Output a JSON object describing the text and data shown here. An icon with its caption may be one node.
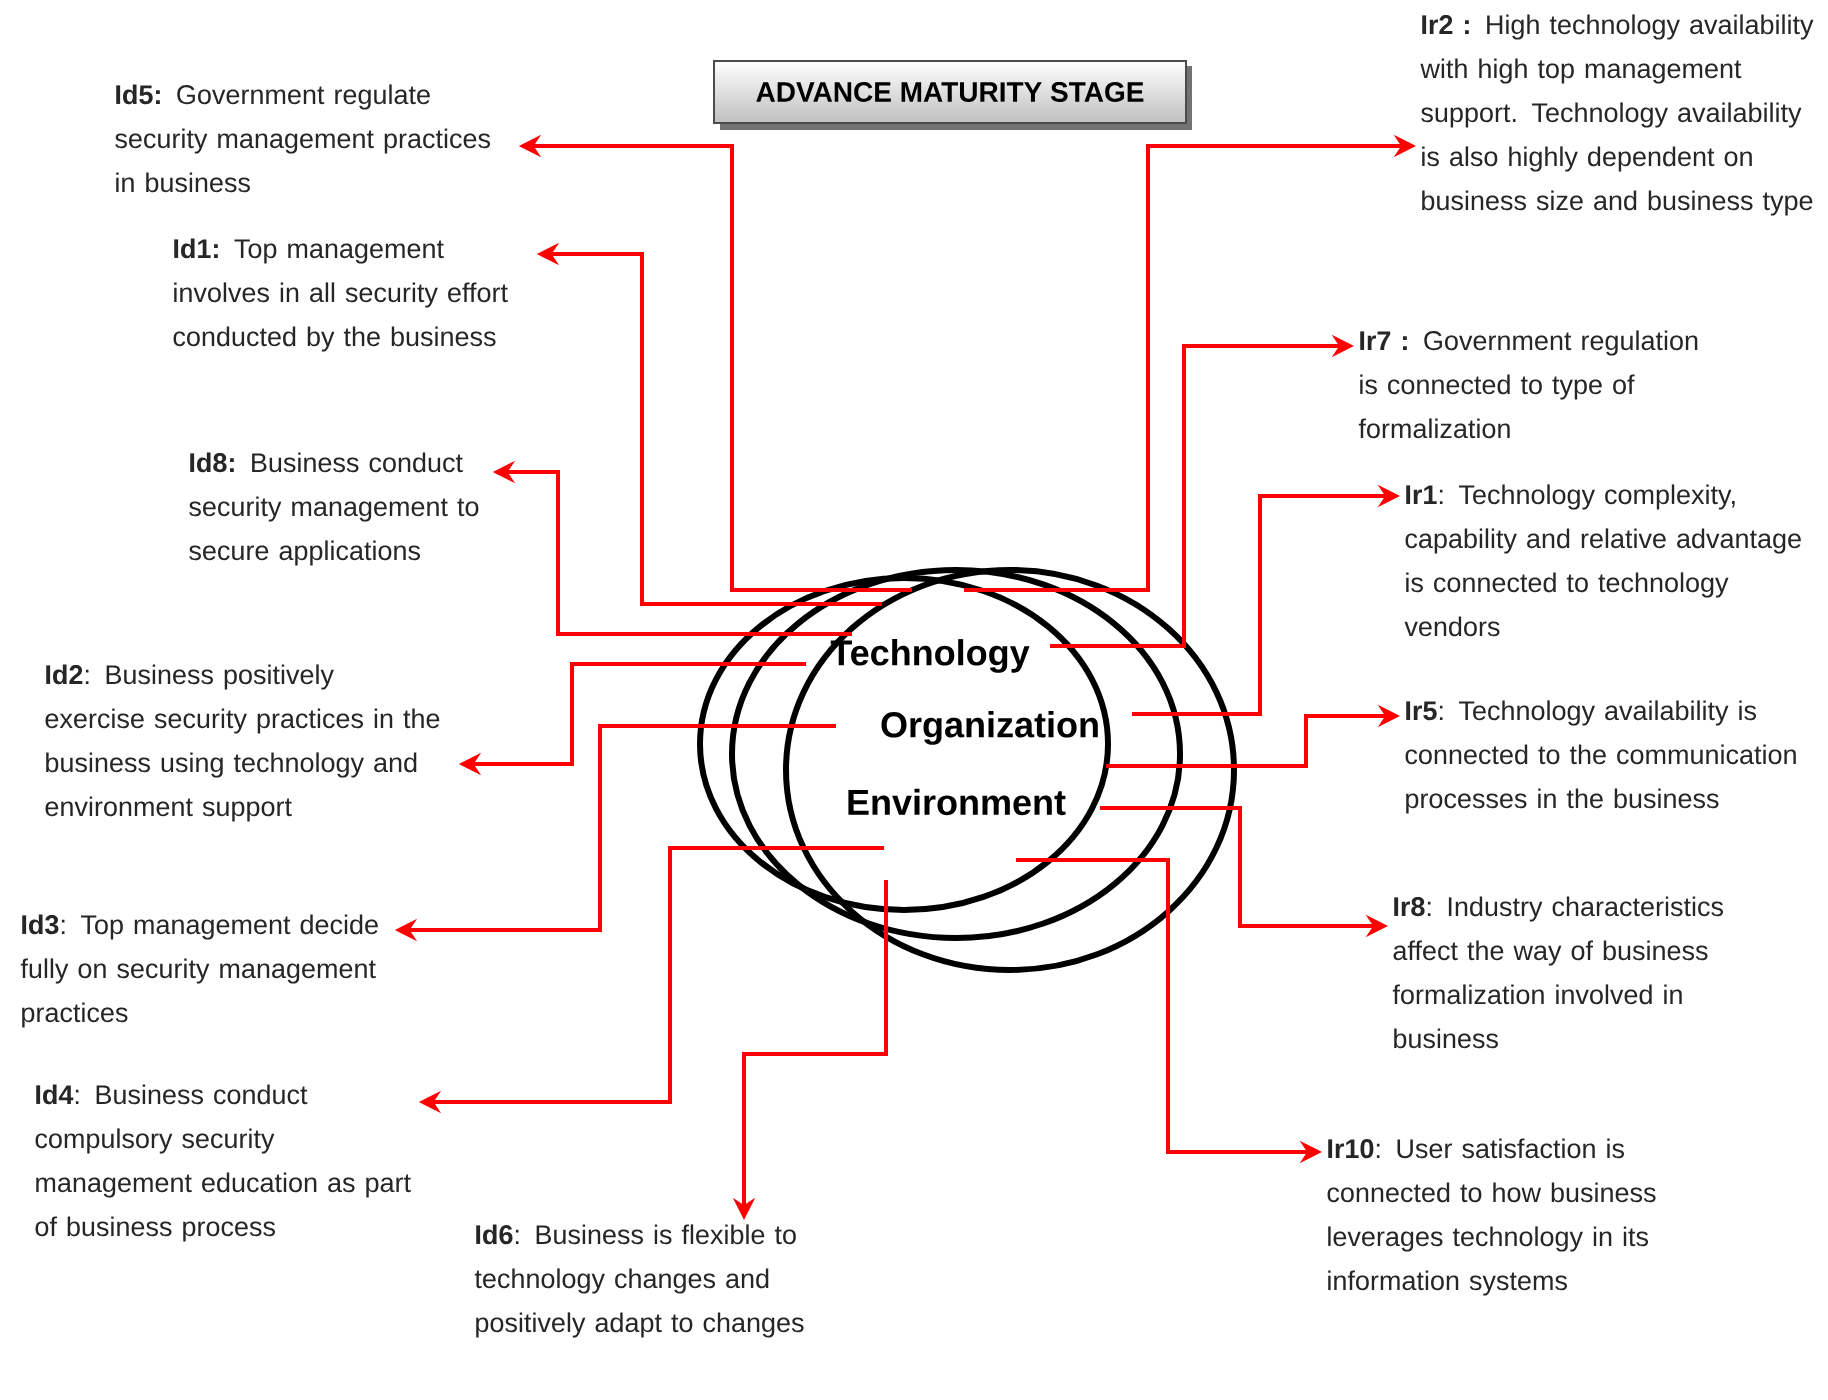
{
  "diagram": {
    "nodes": [
      {
        "text": [
          "ADVANCE MATURITY STAGE"
        ]
      },
      {
        "text": [
          "Technology",
          "Organization",
          "Environment"
        ]
      },
      {
        "text": [
          "**Id5:** Government regulate security management practices in business"
        ]
      },
      {
        "text": [
          "**Id1:** Top management involves in all security effort conducted by the business"
        ]
      },
      {
        "text": [
          "**Id8:** Business conduct security management to secure applications"
        ]
      },
      {
        "text": [
          "**Id2**: Business positively exercise security practices in the business using technology and environment support"
        ]
      },
      {
        "text": [
          "**Id3**: Top management decide fully on security management practices"
        ]
      },
      {
        "text": [
          "**Id4**: Business conduct compulsory security management education as part of business process"
        ]
      },
      {
        "text": [
          "**Id6**: Business is flexible to technology changes and positively adapt to changes"
        ]
      },
      {
        "text": [
          "**Ir2 :** High technology availability with high top management support. Technology availability is also highly dependent on business size and business type"
        ]
      },
      {
        "text": [
          "**Ir7 :** Government regulation is connected to type of formalization"
        ]
      },
      {
        "text": [
          "**Ir1**: Technology complexity, capability and relative advantage is connected to technology vendors"
        ]
      },
      {
        "text": [
          "**Ir5**: Technology availability is connected to the communication processes in the business"
        ]
      },
      {
        "text": [
          "**Ir8**: Industry characteristics affect the way of business formalization involved in business"
        ]
      },
      {
        "text": [
          "**Ir10**: User satisfaction is connected to how business leverages technology in its information systems"
        ]
      }
    ],
    "edges": [
      {
        "from": 1,
        "to": 2,
        "arrow": "to"
      },
      {
        "from": 1,
        "to": 3,
        "arrow": "to"
      },
      {
        "from": 1,
        "to": 4,
        "arrow": "to"
      },
      {
        "from": 1,
        "to": 5,
        "arrow": "to"
      },
      {
        "from": 1,
        "to": 6,
        "arrow": "to"
      },
      {
        "from": 1,
        "to": 7,
        "arrow": "to"
      },
      {
        "from": 1,
        "to": 8,
        "arrow": "to"
      },
      {
        "from": 1,
        "to": 9,
        "arrow": "to"
      },
      {
        "from": 1,
        "to": 10,
        "arrow": "to"
      },
      {
        "from": 1,
        "to": 11,
        "arrow": "to"
      },
      {
        "from": 1,
        "to": 12,
        "arrow": "to"
      },
      {
        "from": 1,
        "to": 13,
        "arrow": "to"
      },
      {
        "from": 1,
        "to": 14,
        "arrow": "to"
      }
    ]
  }
}
